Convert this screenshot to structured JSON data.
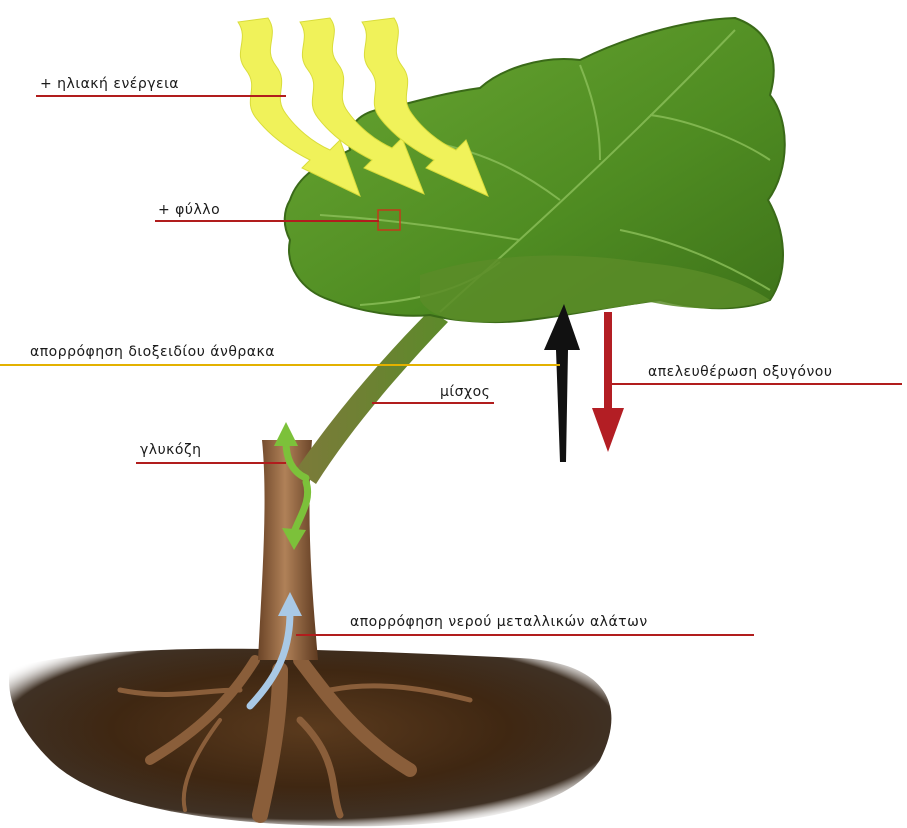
{
  "labels": {
    "solar_energy": "+ ηλιακή ενέργεια",
    "leaf": "+ φύλλο",
    "co2_absorption": "απορρόφηση διοξειδίου άνθρακα",
    "oxygen_release": "απελευθέρωση οξυγόνου",
    "stem": "μίσχος",
    "glucose": "γλυκόζη",
    "water_absorption": "απορρόφηση νερού μεταλλικών αλάτων"
  },
  "colors": {
    "label_line": "#b11d1d",
    "co2_line": "#e3b100",
    "leaf": "#5f9e2b",
    "leaf_dark": "#3d6f19",
    "sun_arrow": "#f0f25a",
    "co2_arrow": "#111111",
    "oxygen_arrow": "#b31e24",
    "glucose_arrow": "#7cc13a",
    "water_arrow": "#a9c9e6",
    "trunk": "#9a6a44",
    "soil": "#4a2e16"
  }
}
